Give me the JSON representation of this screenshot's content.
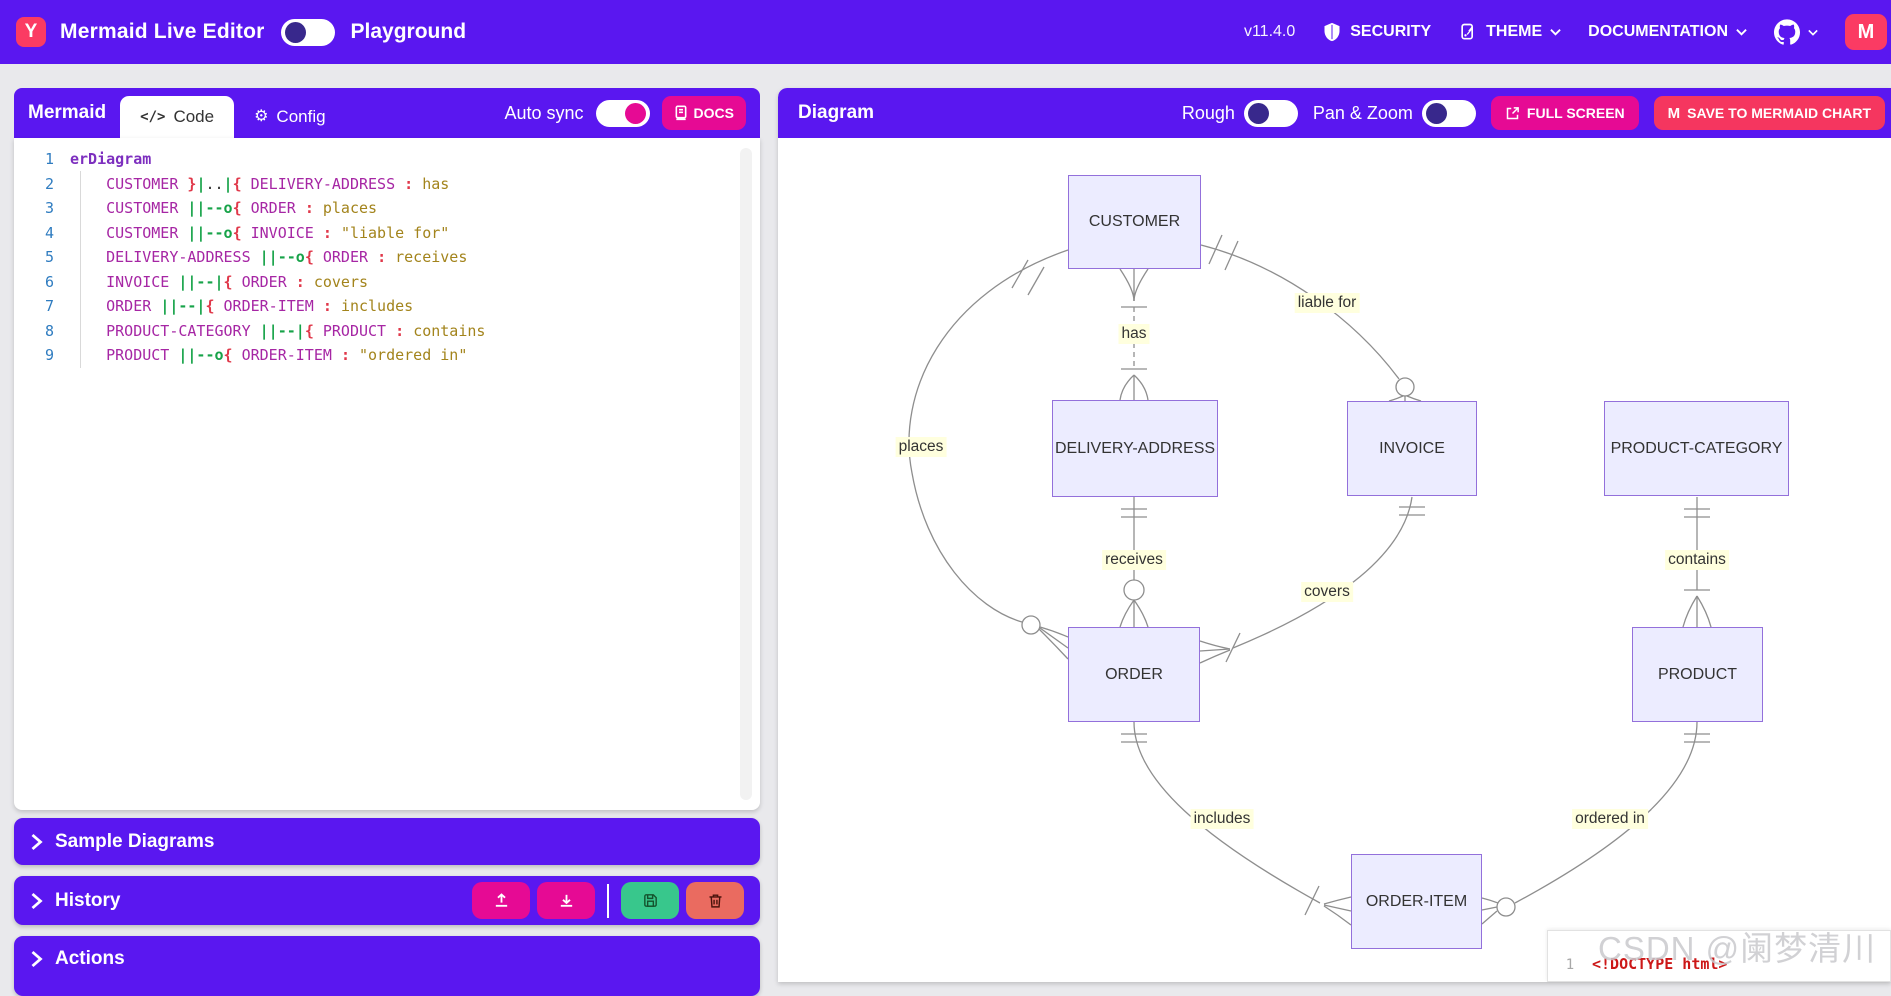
{
  "header": {
    "logo_letter": "Y",
    "title": "Mermaid Live Editor",
    "mode_label": "Playground",
    "version": "v11.4.0",
    "security_label": "SECURITY",
    "theme_label": "THEME",
    "documentation_label": "DOCUMENTATION",
    "mchart_letter": "M"
  },
  "editor": {
    "panel_title": "Mermaid",
    "tab_code": "Code",
    "tab_code_icon": "</>",
    "tab_config": "Config",
    "auto_sync_label": "Auto sync",
    "docs_button": "DOCS",
    "lines": [
      {
        "n": "1",
        "tokens": [
          [
            "kw",
            "erDiagram"
          ]
        ]
      },
      {
        "n": "2",
        "tokens": [
          [
            "dot",
            "    "
          ],
          [
            "ent",
            "CUSTOMER"
          ],
          [
            "dot",
            " "
          ],
          [
            "br",
            "}"
          ],
          [
            "op",
            "|"
          ],
          [
            "dot",
            ".."
          ],
          [
            "op",
            "|"
          ],
          [
            "br",
            "{"
          ],
          [
            "dot",
            " "
          ],
          [
            "ent",
            "DELIVERY-ADDRESS"
          ],
          [
            "dot",
            " "
          ],
          [
            "col",
            ":"
          ],
          [
            "dot",
            " "
          ],
          [
            "lbl",
            "has"
          ]
        ]
      },
      {
        "n": "3",
        "tokens": [
          [
            "dot",
            "    "
          ],
          [
            "ent",
            "CUSTOMER"
          ],
          [
            "dot",
            " "
          ],
          [
            "op",
            "||--o"
          ],
          [
            "br",
            "{"
          ],
          [
            "dot",
            " "
          ],
          [
            "ent",
            "ORDER"
          ],
          [
            "dot",
            " "
          ],
          [
            "col",
            ":"
          ],
          [
            "dot",
            " "
          ],
          [
            "lbl",
            "places"
          ]
        ]
      },
      {
        "n": "4",
        "tokens": [
          [
            "dot",
            "    "
          ],
          [
            "ent",
            "CUSTOMER"
          ],
          [
            "dot",
            " "
          ],
          [
            "op",
            "||--o"
          ],
          [
            "br",
            "{"
          ],
          [
            "dot",
            " "
          ],
          [
            "ent",
            "INVOICE"
          ],
          [
            "dot",
            " "
          ],
          [
            "col",
            ":"
          ],
          [
            "dot",
            " "
          ],
          [
            "str",
            "\"liable for\""
          ]
        ]
      },
      {
        "n": "5",
        "tokens": [
          [
            "dot",
            "    "
          ],
          [
            "ent",
            "DELIVERY-ADDRESS"
          ],
          [
            "dot",
            " "
          ],
          [
            "op",
            "||--o"
          ],
          [
            "br",
            "{"
          ],
          [
            "dot",
            " "
          ],
          [
            "ent",
            "ORDER"
          ],
          [
            "dot",
            " "
          ],
          [
            "col",
            ":"
          ],
          [
            "dot",
            " "
          ],
          [
            "lbl",
            "receives"
          ]
        ]
      },
      {
        "n": "6",
        "tokens": [
          [
            "dot",
            "    "
          ],
          [
            "ent",
            "INVOICE"
          ],
          [
            "dot",
            " "
          ],
          [
            "op",
            "||--|"
          ],
          [
            "br",
            "{"
          ],
          [
            "dot",
            " "
          ],
          [
            "ent",
            "ORDER"
          ],
          [
            "dot",
            " "
          ],
          [
            "col",
            ":"
          ],
          [
            "dot",
            " "
          ],
          [
            "lbl",
            "covers"
          ]
        ]
      },
      {
        "n": "7",
        "tokens": [
          [
            "dot",
            "    "
          ],
          [
            "ent",
            "ORDER"
          ],
          [
            "dot",
            " "
          ],
          [
            "op",
            "||--|"
          ],
          [
            "br",
            "{"
          ],
          [
            "dot",
            " "
          ],
          [
            "ent",
            "ORDER-ITEM"
          ],
          [
            "dot",
            " "
          ],
          [
            "col",
            ":"
          ],
          [
            "dot",
            " "
          ],
          [
            "lbl",
            "includes"
          ]
        ]
      },
      {
        "n": "8",
        "tokens": [
          [
            "dot",
            "    "
          ],
          [
            "ent",
            "PRODUCT-CATEGORY"
          ],
          [
            "dot",
            " "
          ],
          [
            "op",
            "||--|"
          ],
          [
            "br",
            "{"
          ],
          [
            "dot",
            " "
          ],
          [
            "ent",
            "PRODUCT"
          ],
          [
            "dot",
            " "
          ],
          [
            "col",
            ":"
          ],
          [
            "dot",
            " "
          ],
          [
            "lbl",
            "contains"
          ]
        ]
      },
      {
        "n": "9",
        "tokens": [
          [
            "dot",
            "    "
          ],
          [
            "ent",
            "PRODUCT"
          ],
          [
            "dot",
            " "
          ],
          [
            "op",
            "||--o"
          ],
          [
            "br",
            "{"
          ],
          [
            "dot",
            " "
          ],
          [
            "ent",
            "ORDER-ITEM"
          ],
          [
            "dot",
            " "
          ],
          [
            "col",
            ":"
          ],
          [
            "dot",
            " "
          ],
          [
            "str",
            "\"ordered in\""
          ]
        ]
      }
    ],
    "sections": [
      {
        "label": "Sample Diagrams"
      },
      {
        "label": "History"
      },
      {
        "label": "Actions"
      }
    ]
  },
  "diagram": {
    "panel_title": "Diagram",
    "rough_label": "Rough",
    "panzoom_label": "Pan & Zoom",
    "fullscreen_button": "FULL SCREEN",
    "save_button": "SAVE TO MERMAID CHART",
    "entities": [
      {
        "label": "CUSTOMER"
      },
      {
        "label": "DELIVERY-ADDRESS"
      },
      {
        "label": "INVOICE"
      },
      {
        "label": "PRODUCT-CATEGORY"
      },
      {
        "label": "ORDER"
      },
      {
        "label": "PRODUCT"
      },
      {
        "label": "ORDER-ITEM"
      }
    ],
    "edge_labels": [
      {
        "label": "has"
      },
      {
        "label": "liable for"
      },
      {
        "label": "places"
      },
      {
        "label": "receives"
      },
      {
        "label": "covers"
      },
      {
        "label": "contains"
      },
      {
        "label": "includes"
      },
      {
        "label": "ordered in"
      }
    ]
  },
  "overlay": {
    "watermark": "CSDN @阑梦清川",
    "snippet_line_number": "1",
    "snippet_code": "<!DOCTYPE html>"
  },
  "colors": {
    "accent_purple": "#5a17f0",
    "accent_pink": "#e60a94",
    "accent_rose": "#f5365f",
    "entity_fill": "#ececff",
    "entity_border": "#9370db",
    "edge_label_bg": "#ffffde"
  }
}
